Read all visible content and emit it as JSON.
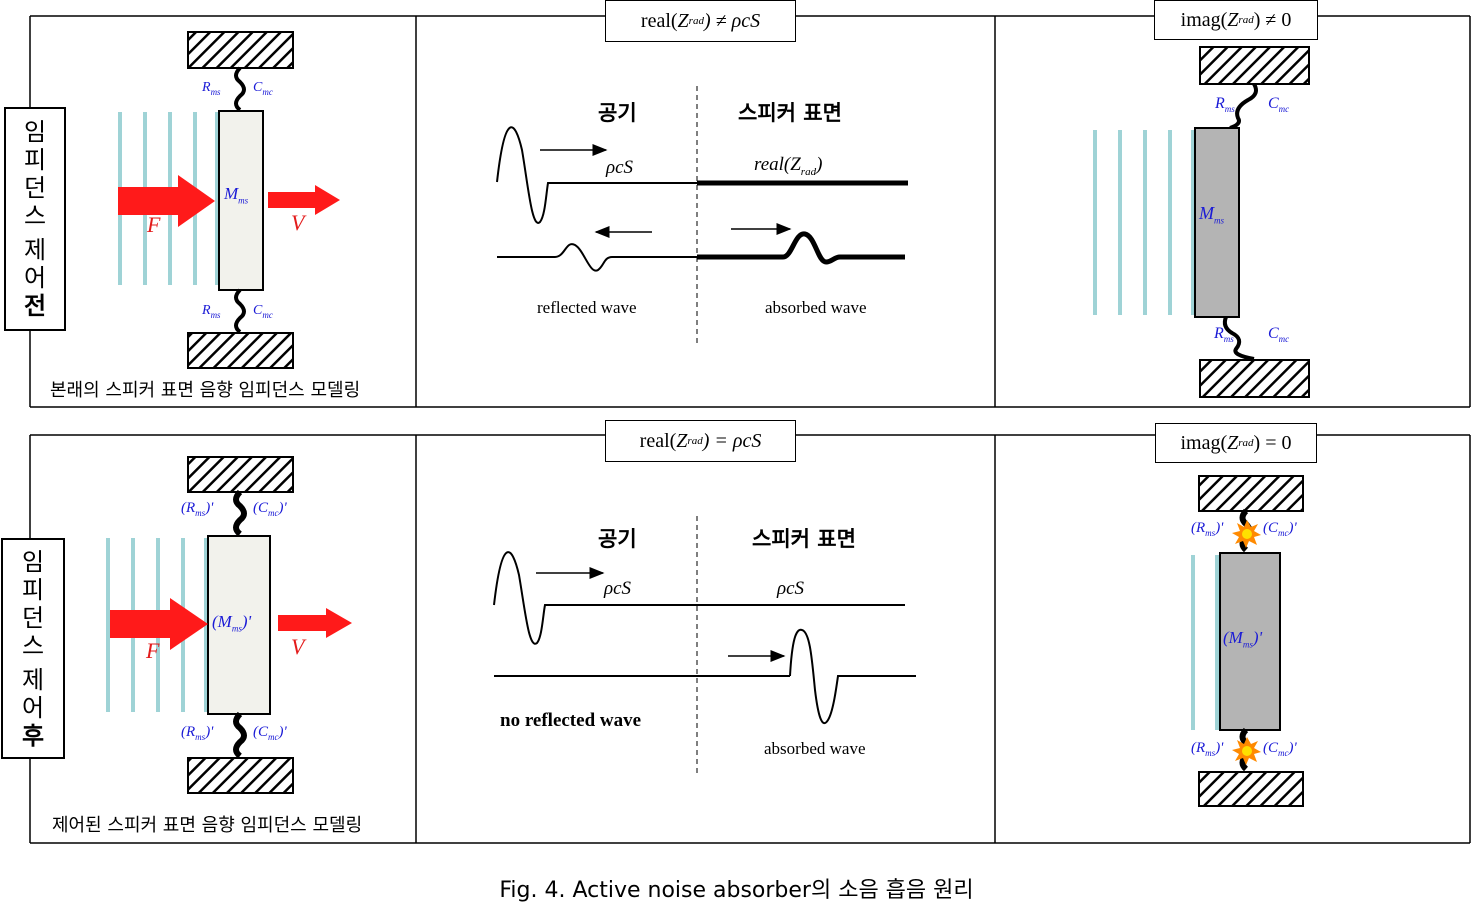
{
  "top_row": {
    "side_label": [
      "임",
      "피",
      "던",
      "스",
      "제",
      "어"
    ],
    "side_label_bold": "전",
    "panel1": {
      "caption": "본래의 스피커 표면 음향 임피던스 모델링",
      "rms": "R",
      "rms_sub": "ms",
      "cmc": "C",
      "cmc_sub": "mc",
      "mass": "M",
      "mass_sub": "ms",
      "force": "F",
      "velocity": "V"
    },
    "panel2": {
      "formula_prefix": "real(",
      "formula_z": "Z",
      "formula_sub": "rad",
      "formula_suffix": ") ≠ ρcS",
      "air": "공기",
      "speaker_surface": "스피커 표면",
      "rhocs": "ρcS",
      "real_z_prefix": "real(Z",
      "real_z_sub": "rad",
      "real_z_suffix": ")",
      "reflected": "reflected wave",
      "absorbed": "absorbed wave"
    },
    "panel3": {
      "formula_prefix": "imag(",
      "formula_z": "Z",
      "formula_sub": "rad",
      "formula_suffix": ") ≠ 0",
      "rms": "R",
      "rms_sub": "ms",
      "cmc": "C",
      "cmc_sub": "mc",
      "mass": "M",
      "mass_sub": "ms"
    }
  },
  "bottom_row": {
    "side_label": [
      "임",
      "피",
      "던",
      "스",
      "제",
      "어"
    ],
    "side_label_bold": "후",
    "panel1": {
      "caption": "제어된 스피커 표면 음향 임피던스 모델링",
      "rms": "(R",
      "rms_sub": "ms",
      "rms_close": ")'",
      "cmc": "(C",
      "cmc_sub": "mc",
      "cmc_close": ")'",
      "mass": "(M",
      "mass_sub": "ms",
      "mass_close": ")'",
      "force": "F",
      "velocity": "V"
    },
    "panel2": {
      "formula_prefix": "real(",
      "formula_z": "Z",
      "formula_sub": "rad",
      "formula_suffix": ") = ρcS",
      "air": "공기",
      "speaker_surface": "스피커 표면",
      "rhocs": "ρcS",
      "no_reflected": "no reflected wave",
      "absorbed": "absorbed wave"
    },
    "panel3": {
      "formula_prefix": "imag(",
      "formula_z": "Z",
      "formula_sub": "rad",
      "formula_suffix": ") = 0",
      "rms": "(R",
      "rms_sub": "ms",
      "rms_close": ")'",
      "cmc": "(C",
      "cmc_sub": "mc",
      "cmc_close": ")'",
      "mass": "(M",
      "mass_sub": "ms",
      "mass_close": ")'"
    }
  },
  "figure_caption": "Fig. 4. Active noise absorber의 소음 흡음 원리",
  "colors": {
    "param_blue": "#1a1ad6",
    "arrow_red": "#ff1a1a",
    "wave_lines": "#9fd3d6",
    "mass_light": "#f2f2ec",
    "mass_gray": "#b4b4b4",
    "spark": "#ffcc00"
  }
}
